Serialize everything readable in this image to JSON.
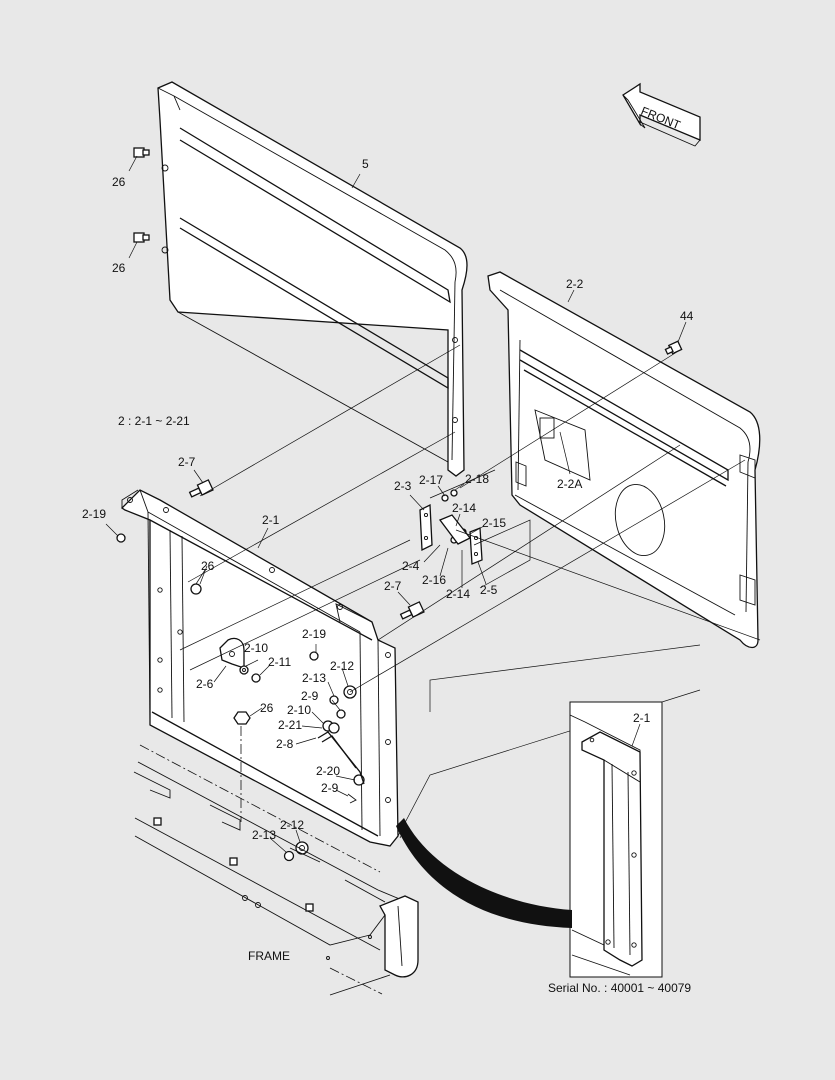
{
  "labels": {
    "front": "FRONT",
    "group_note": "2 : 2-1 ~ 2-21",
    "frame": "FRAME",
    "serial": "Serial No. : 40001 ~ 40079",
    "p5": "5",
    "p26a": "26",
    "p26b": "26",
    "p26c": "26",
    "p26d": "26",
    "p2_2": "2-2",
    "p44": "44",
    "p2_2A": "2-2A",
    "p2_7a": "2-7",
    "p2_7b": "2-7",
    "p2_19a": "2-19",
    "p2_19b": "2-19",
    "p2_1": "2-1",
    "p2_1inset": "2-1",
    "p2_3": "2-3",
    "p2_17": "2-17",
    "p2_18": "2-18",
    "p2_14a": "2-14",
    "p2_14b": "2-14",
    "p2_15": "2-15",
    "p2_4": "2-4",
    "p2_16": "2-16",
    "p2_5": "2-5",
    "p2_10a": "2-10",
    "p2_10b": "2-10",
    "p2_11": "2-11",
    "p2_6": "2-6",
    "p2_12a": "2-12",
    "p2_12b": "2-12",
    "p2_13a": "2-13",
    "p2_13b": "2-13",
    "p2_9a": "2-9",
    "p2_9b": "2-9",
    "p2_21": "2-21",
    "p2_8": "2-8",
    "p2_20": "2-20"
  },
  "colors": {
    "background": "#e8e8e8",
    "ink": "#111111",
    "part_fill": "#ffffff"
  }
}
